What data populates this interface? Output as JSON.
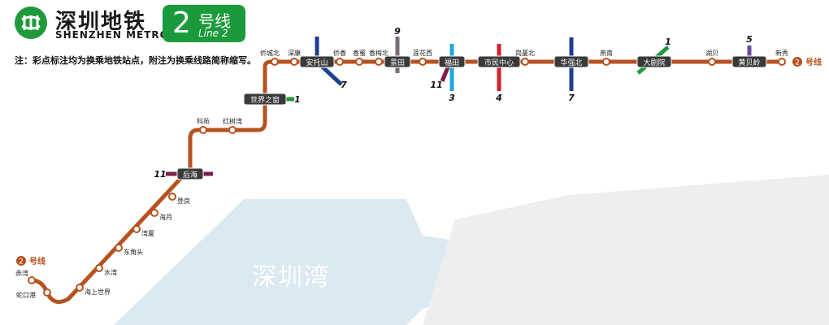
{
  "logo": {
    "title": "深圳地铁",
    "subtitle": "SHENZHEN METRO",
    "icon": "metro-logo-icon"
  },
  "badge": {
    "number": "2",
    "cn": "号线",
    "en": "Line 2"
  },
  "note": "注：彩点标注均为换乘地铁站点，附注为换乘线路简称缩写。",
  "bay": "深圳湾",
  "line_label": "号线",
  "line_number": "2",
  "colors": {
    "line2": "#b5521f",
    "line1": "#1f9a3a",
    "line3": "#22a7dd",
    "line4": "#d4202a",
    "line5": "#6a4c9c",
    "line7": "#1e3f8f",
    "line9": "#7a6a7a",
    "line11": "#7d1f4a",
    "sea": "#dbe9f2",
    "land": "#eeeeee"
  },
  "stations": [
    {
      "name": "赤湾",
      "transfer": false
    },
    {
      "name": "蛇口港",
      "transfer": false
    },
    {
      "name": "海上世界",
      "transfer": false
    },
    {
      "name": "水湾",
      "transfer": false
    },
    {
      "name": "东角头",
      "transfer": false
    },
    {
      "name": "湾厦",
      "transfer": false
    },
    {
      "name": "海月",
      "transfer": false
    },
    {
      "name": "登良",
      "transfer": false
    },
    {
      "name": "后海",
      "transfer": true
    },
    {
      "name": "科苑",
      "transfer": false
    },
    {
      "name": "红树湾",
      "transfer": false
    },
    {
      "name": "世界之窗",
      "transfer": true
    },
    {
      "name": "侨城北",
      "transfer": false
    },
    {
      "name": "深康",
      "transfer": false
    },
    {
      "name": "安托山",
      "transfer": true
    },
    {
      "name": "侨香",
      "transfer": false
    },
    {
      "name": "香蜜",
      "transfer": false
    },
    {
      "name": "香梅北",
      "transfer": false
    },
    {
      "name": "景田",
      "transfer": true
    },
    {
      "name": "莲花西",
      "transfer": false
    },
    {
      "name": "福田",
      "transfer": true
    },
    {
      "name": "市民中心",
      "transfer": true
    },
    {
      "name": "岗厦北",
      "transfer": false
    },
    {
      "name": "华强北",
      "transfer": true
    },
    {
      "name": "燕南",
      "transfer": false
    },
    {
      "name": "大剧院",
      "transfer": true
    },
    {
      "name": "湖贝",
      "transfer": false
    },
    {
      "name": "黄贝岭",
      "transfer": true
    },
    {
      "name": "新秀",
      "transfer": false
    }
  ],
  "transfer_lines": [
    {
      "station": "后海",
      "line": "11"
    },
    {
      "station": "世界之窗",
      "line": "1"
    },
    {
      "station": "安托山",
      "line": "7"
    },
    {
      "station": "景田",
      "line": "9"
    },
    {
      "station": "福田",
      "line": "3"
    },
    {
      "station": "福田",
      "line": "11"
    },
    {
      "station": "市民中心",
      "line": "4"
    },
    {
      "station": "华强北",
      "line": "7"
    },
    {
      "station": "大剧院",
      "line": "1"
    },
    {
      "station": "黄贝岭",
      "line": "5"
    }
  ]
}
